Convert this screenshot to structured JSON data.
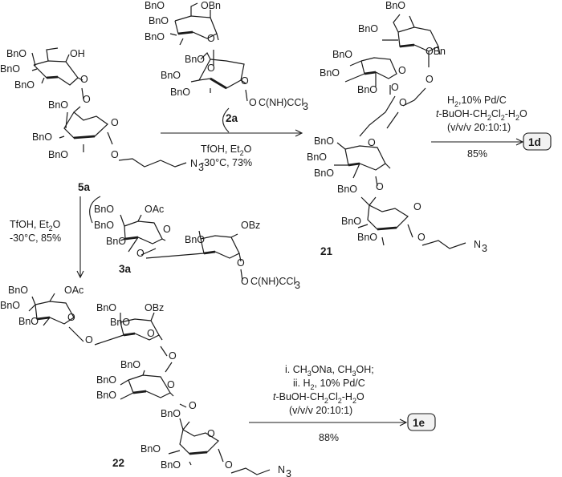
{
  "labels": {
    "s5a": [
      [
        "BnO",
        8,
        71
      ],
      [
        "OH",
        87,
        71
      ],
      [
        "BnO",
        0,
        90
      ],
      [
        "BnO",
        18,
        110
      ],
      [
        "O",
        100,
        103
      ],
      [
        "O",
        103,
        128
      ],
      [
        "BnO",
        60,
        135
      ],
      [
        "O",
        138,
        157
      ],
      [
        "BnO",
        40,
        175
      ],
      [
        "BnO",
        60,
        197
      ],
      [
        "O",
        138,
        197
      ],
      [
        "N",
        237,
        208
      ],
      [
        "3",
        247,
        213
      ]
    ],
    "s2a": [
      [
        "BnO",
        180,
        11
      ],
      [
        "OBn",
        250,
        11
      ],
      [
        "BnO",
        185,
        30
      ],
      [
        "BnO",
        180,
        50
      ],
      [
        "O",
        258,
        52
      ],
      [
        "O",
        258,
        89
      ],
      [
        "BnO",
        230,
        78
      ],
      [
        "BnO",
        200,
        98
      ],
      [
        "BnO",
        212,
        119
      ],
      [
        "O",
        300,
        105
      ],
      [
        "O",
        310,
        132
      ],
      [
        "C(NH)CCl",
        322,
        132
      ],
      [
        "3",
        377,
        137
      ]
    ],
    "s21": [
      [
        "BnO",
        480,
        11
      ],
      [
        "BnO",
        446,
        40
      ],
      [
        "OBn",
        530,
        68
      ],
      [
        "BnO",
        414,
        72
      ],
      [
        "BnO",
        398,
        95
      ],
      [
        "O",
        496,
        92
      ],
      [
        "BnO",
        445,
        116
      ],
      [
        "O",
        487,
        113
      ],
      [
        "O",
        530,
        103
      ],
      [
        "O",
        497,
        132
      ],
      [
        "BnO",
        391,
        180
      ],
      [
        "BnO",
        382,
        200
      ],
      [
        "BnO",
        391,
        220
      ],
      [
        "O",
        458,
        182
      ],
      [
        "O",
        468,
        237
      ],
      [
        "BnO",
        420,
        240
      ],
      [
        "BnO",
        425,
        280
      ],
      [
        "O",
        515,
        262
      ],
      [
        "BnO",
        445,
        300
      ],
      [
        "O",
        520,
        300
      ],
      [
        "N",
        590,
        309
      ],
      [
        "3",
        600,
        314
      ]
    ],
    "s3a": [
      [
        "BnO",
        117,
        265
      ],
      [
        "OAc",
        180,
        265
      ],
      [
        "BnO",
        117,
        285
      ],
      [
        "BnO",
        132,
        305
      ],
      [
        "O",
        203,
        290
      ],
      [
        "BnO",
        230,
        303
      ],
      [
        "OBz",
        300,
        285
      ],
      [
        "O",
        170,
        320
      ],
      [
        "O",
        295,
        332
      ],
      [
        "O",
        300,
        355
      ],
      [
        "C(NH)CCl",
        312,
        355
      ],
      [
        "3",
        367,
        360
      ]
    ],
    "s22": [
      [
        "BnO",
        10,
        366
      ],
      [
        "OAc",
        80,
        366
      ],
      [
        "BnO",
        0,
        385
      ],
      [
        "BnO",
        23,
        405
      ],
      [
        "O",
        84,
        400
      ],
      [
        "BnO",
        120,
        388
      ],
      [
        "OBz",
        180,
        388
      ],
      [
        "BnO",
        137,
        406
      ],
      [
        "O",
        106,
        428
      ],
      [
        "O",
        183,
        420
      ],
      [
        "O",
        210,
        448
      ],
      [
        "BnO",
        150,
        459
      ],
      [
        "BnO",
        120,
        478
      ],
      [
        "BnO",
        120,
        497
      ],
      [
        "O",
        208,
        484
      ],
      [
        "O",
        235,
        510
      ],
      [
        "BnO",
        200,
        520
      ],
      [
        "O",
        258,
        545
      ],
      [
        "BnO",
        175,
        564
      ],
      [
        "BnO",
        200,
        584
      ],
      [
        "O",
        280,
        584
      ],
      [
        "N",
        346,
        590
      ],
      [
        "3",
        356,
        595
      ]
    ]
  },
  "compounds": {
    "c5a": "5a",
    "c2a": "2a",
    "c21": "21",
    "c3a": "3a",
    "c22": "22",
    "c1d": "1d",
    "c1e": "1e"
  },
  "conditions": {
    "r1": {
      "line1": "TfOH, Et",
      "sub1": "2",
      "tail1": "O",
      "line2": "-30°C, 73%"
    },
    "r2": {
      "l1a": "H",
      "l1b": "2",
      "l1c": ",10% Pd/C",
      "l2a": "t",
      "l2b": "-BuOH-CH",
      "l2c": "2",
      "l2d": "Cl",
      "l2e": "2",
      "l2f": "-H",
      "l2g": "2",
      "l2h": "O",
      "l3": "(v/v/v 20:10:1)",
      "l4": "85%"
    },
    "r3": {
      "line1": "TfOH, Et",
      "sub1": "2",
      "tail1": "O",
      "line2": "-30°C, 85%"
    },
    "r4": {
      "l1a": "i. CH",
      "l1b": "3",
      "l1c": "ONa, CH",
      "l1d": "3",
      "l1e": "OH;",
      "l2a": "ii. H",
      "l2b": "2",
      "l2c": ", 10% Pd/C",
      "l3a": "t",
      "l3b": "-BuOH-CH",
      "l3c": "2",
      "l3d": "Cl",
      "l3e": "2",
      "l3f": "-H",
      "l3g": "2",
      "l3h": "O",
      "l4": "(v/v/v 20:10:1)",
      "l5": "88%"
    }
  }
}
